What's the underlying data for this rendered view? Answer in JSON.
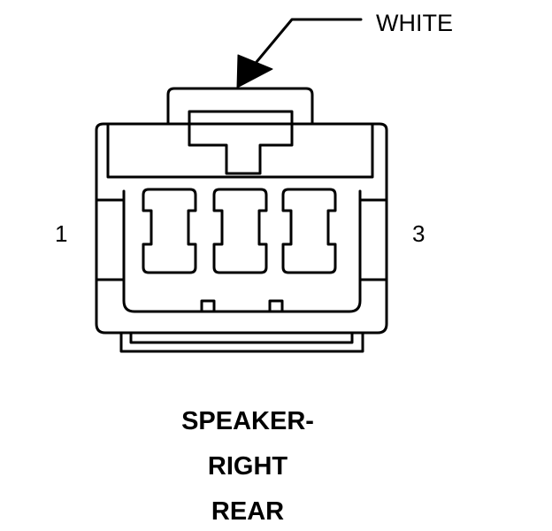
{
  "connector": {
    "color_callout": "WHITE",
    "pin_left": "1",
    "pin_right": "3",
    "cavities": 3
  },
  "title_lines": [
    "SPEAKER-",
    "RIGHT",
    "REAR"
  ],
  "colors": {
    "line": "#000000",
    "background": "#ffffff"
  }
}
